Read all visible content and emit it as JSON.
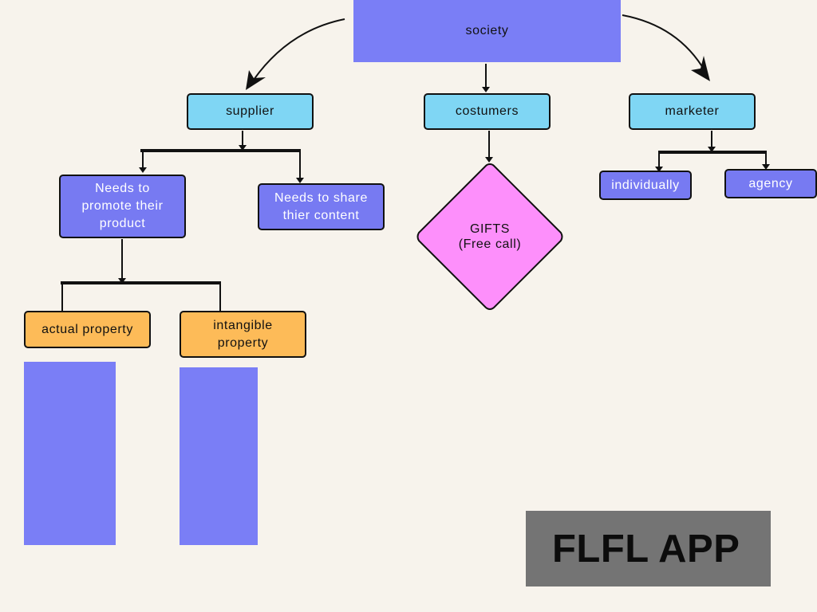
{
  "diagram": {
    "root": "society",
    "categories": {
      "supplier": "supplier",
      "customers": "costumers",
      "marketer": "marketer"
    },
    "supplier_needs": {
      "promote": "Needs to promote their product",
      "share": "Needs to share thier content"
    },
    "property": {
      "actual": "actual property",
      "intangible": "intangible property"
    },
    "gifts": "GIFTS\n(Free call)",
    "marketer_types": {
      "individually": "individually",
      "agency": "agency"
    }
  },
  "banner": {
    "text": "FLFL APP"
  },
  "colors": {
    "background": "#f7f3ec",
    "root_fill": "#7a7ef6",
    "category_fill": "#7fd6f4",
    "need_fill": "#777af2",
    "property_fill": "#fdbb58",
    "gift_fill": "#fd8ffb",
    "banner_fill": "#747474"
  }
}
